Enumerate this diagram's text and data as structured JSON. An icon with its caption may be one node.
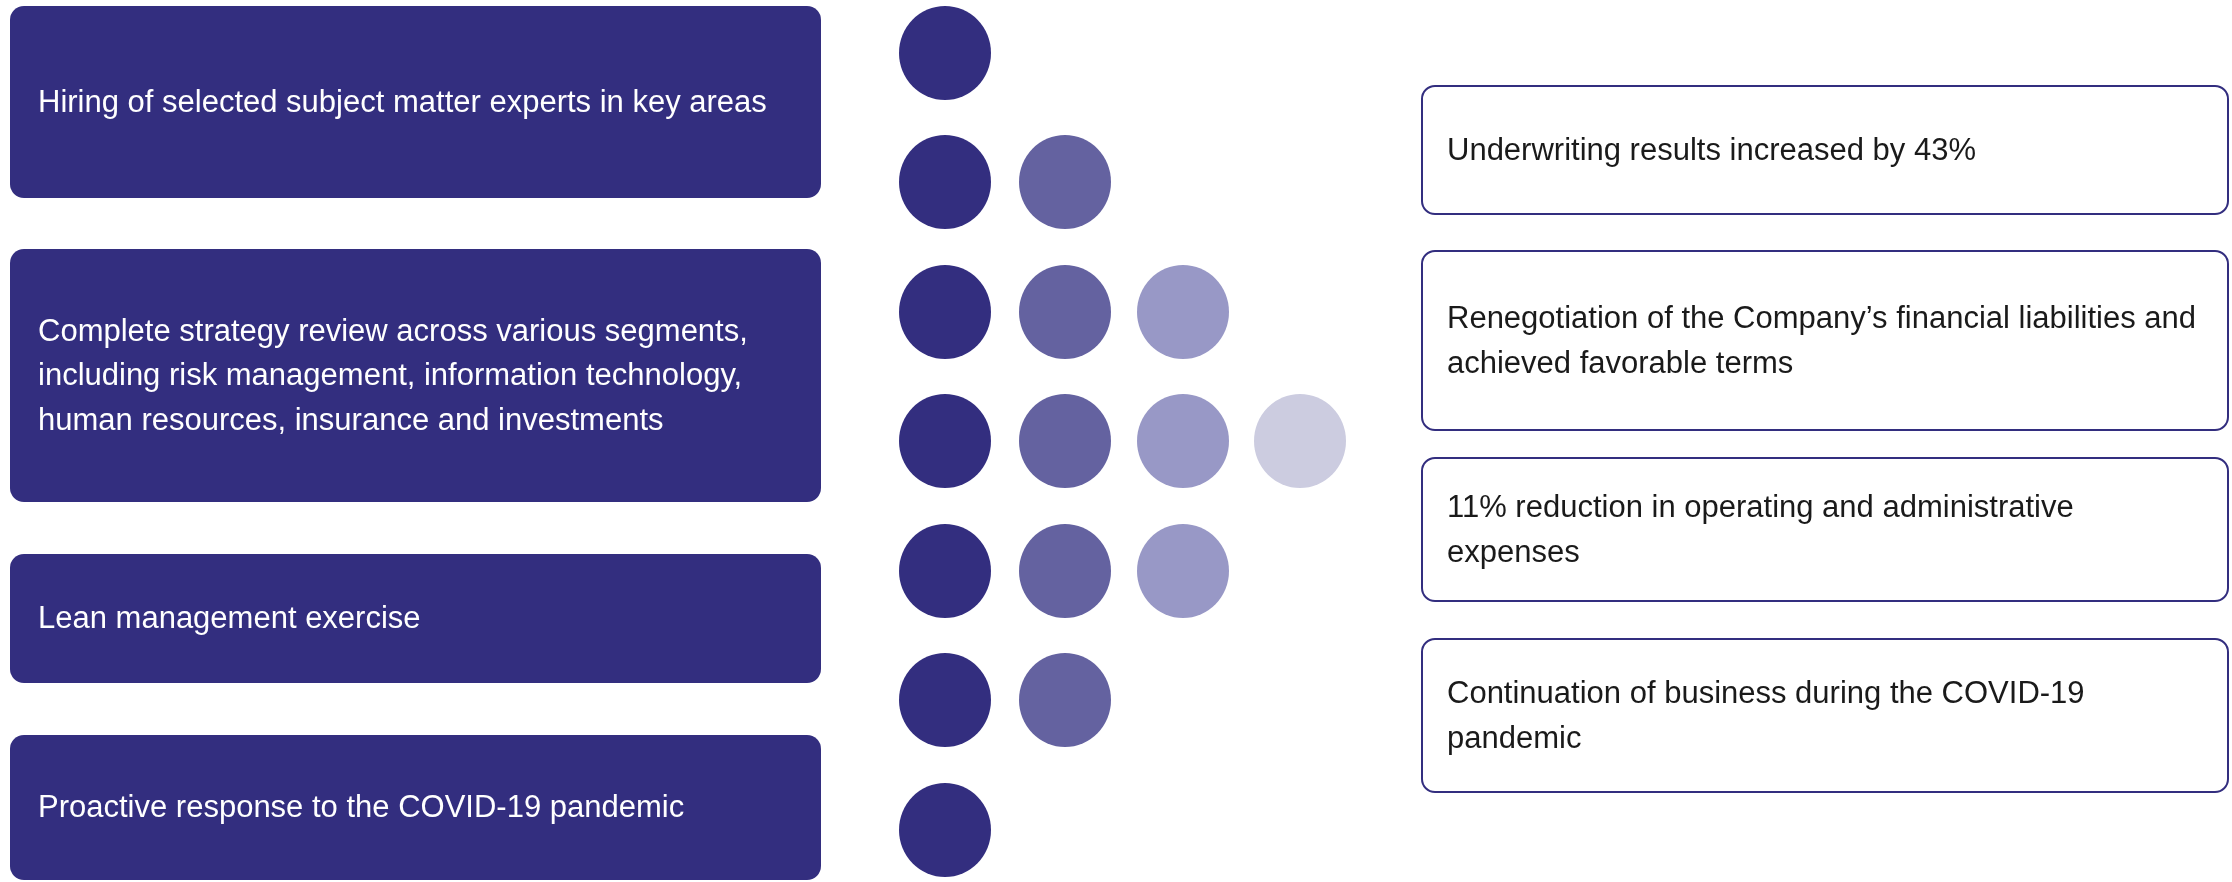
{
  "diagram": {
    "nodes": [
      {
        "text": [
          "Hiring of selected subject matter experts in key areas"
        ]
      },
      {
        "text": [
          "Complete strategy review across various segments, including risk management, information technology, human resources, insurance and investments"
        ]
      },
      {
        "text": [
          "Lean management exercise"
        ]
      },
      {
        "text": [
          "Proactive response to the COVID-19 pandemic"
        ]
      },
      {
        "text": [
          "Underwriting results increased by 43%"
        ]
      },
      {
        "text": [
          "Renegotiation of the Company’s financial liabilities and achieved favorable terms"
        ]
      },
      {
        "text": [
          "11% reduction in operating and administrative expenses"
        ]
      },
      {
        "text": [
          "Continuation of business during the COVID-19 pandemic"
        ]
      }
    ],
    "edges": []
  }
}
